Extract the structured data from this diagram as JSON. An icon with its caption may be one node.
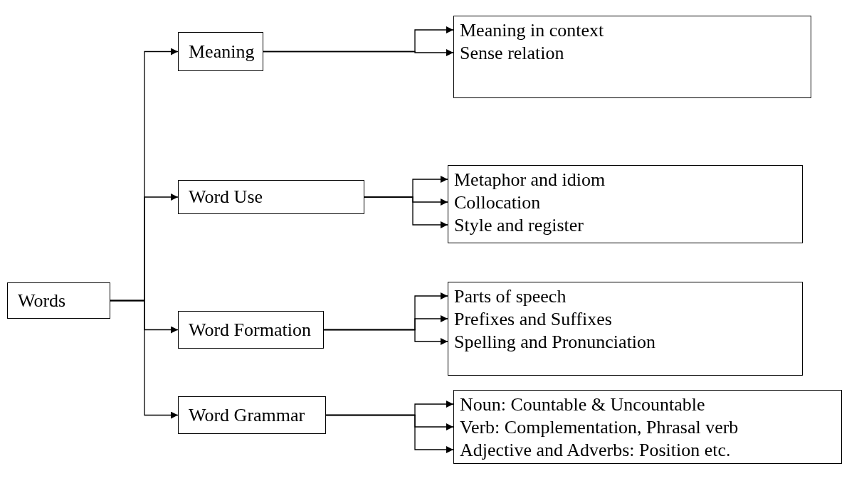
{
  "diagram": {
    "nodes": [
      {
        "text": [
          "Words"
        ]
      },
      {
        "text": [
          "Meaning"
        ]
      },
      {
        "text": [
          "Word Use"
        ]
      },
      {
        "text": [
          "Word Formation"
        ]
      },
      {
        "text": [
          "Word Grammar"
        ]
      },
      {
        "text": [],
        "shape": "box"
      },
      {
        "text": [
          "Meaning in context"
        ],
        "in": 5
      },
      {
        "text": [
          "Sense relation"
        ],
        "in": 5
      },
      {
        "text": [],
        "shape": "box"
      },
      {
        "text": [
          "Metaphor and idiom"
        ],
        "in": 8
      },
      {
        "text": [
          "Collocation"
        ],
        "in": 8
      },
      {
        "text": [
          "Style and register"
        ],
        "in": 8
      },
      {
        "text": [],
        "shape": "box"
      },
      {
        "text": [
          "Parts of speech"
        ],
        "in": 12
      },
      {
        "text": [
          "Prefixes and Suffixes"
        ],
        "in": 12
      },
      {
        "text": [
          "Spelling and Pronunciation"
        ],
        "in": 12
      },
      {
        "text": [],
        "shape": "box"
      },
      {
        "text": [
          "Noun: Countable & Uncountable"
        ],
        "in": 16
      },
      {
        "text": [
          "Verb: Complementation, Phrasal verb"
        ],
        "in": 16
      },
      {
        "text": [
          "Adjective and Adverbs: Position etc."
        ],
        "in": 16
      }
    ],
    "edges": [
      {
        "from": 0,
        "to": 1,
        "arrow": "to"
      },
      {
        "from": 0,
        "to": 2,
        "arrow": "to"
      },
      {
        "from": 0,
        "to": 3,
        "arrow": "to"
      },
      {
        "from": 0,
        "to": 4,
        "arrow": "to"
      },
      {
        "from": 1,
        "to": 6,
        "arrow": "to"
      },
      {
        "from": 1,
        "to": 7,
        "arrow": "to"
      },
      {
        "from": 2,
        "to": 9,
        "arrow": "to"
      },
      {
        "from": 2,
        "to": 10,
        "arrow": "to"
      },
      {
        "from": 2,
        "to": 11,
        "arrow": "to"
      },
      {
        "from": 3,
        "to": 13,
        "arrow": "to"
      },
      {
        "from": 3,
        "to": 14,
        "arrow": "to"
      },
      {
        "from": 3,
        "to": 15,
        "arrow": "to"
      },
      {
        "from": 4,
        "to": 17,
        "arrow": "to"
      },
      {
        "from": 4,
        "to": 18,
        "arrow": "to"
      },
      {
        "from": 4,
        "to": 19,
        "arrow": "to"
      }
    ]
  }
}
